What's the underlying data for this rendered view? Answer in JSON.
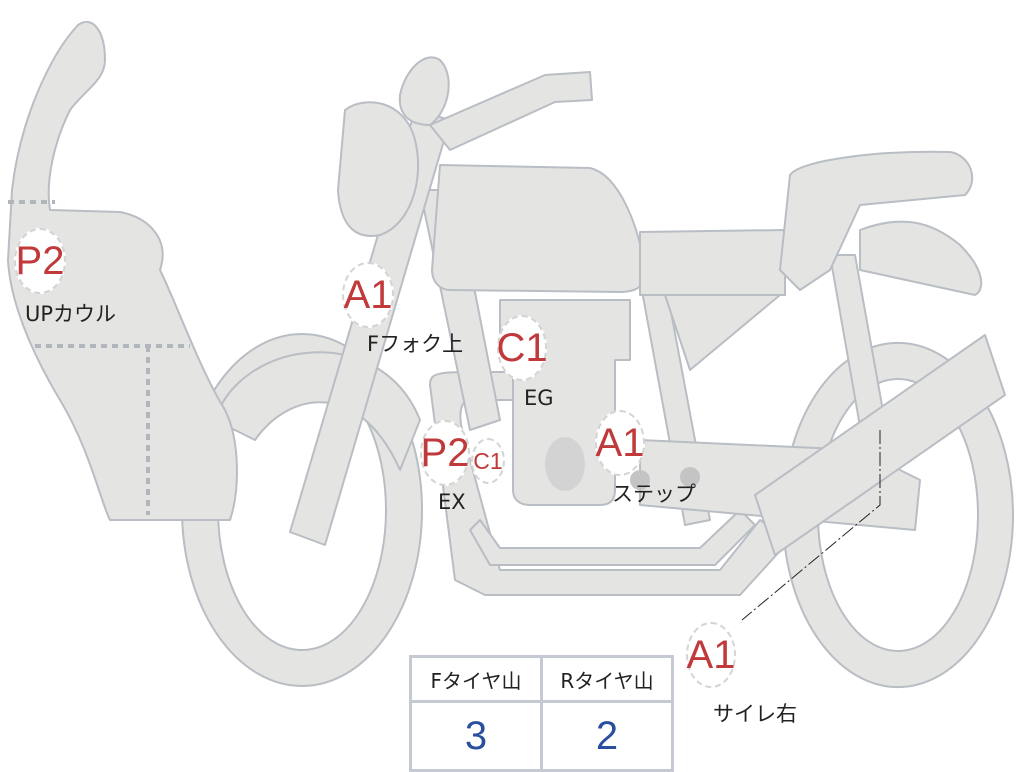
{
  "badges": [
    {
      "code": "P2",
      "label": "UPカウル"
    },
    {
      "code": "A1",
      "label": "Fフォク上"
    },
    {
      "code": "C1",
      "label": "EG"
    },
    {
      "code": "P2",
      "label": "EX"
    },
    {
      "code": "C1"
    },
    {
      "code": "A1",
      "label": "ステップ"
    },
    {
      "code": "A1",
      "label": "サイレ右"
    }
  ],
  "tyre_table": {
    "headers": [
      "Fタイヤ山",
      "Rタイヤ山"
    ],
    "values": [
      "3",
      "2"
    ]
  },
  "colors": {
    "body": "#e4e4e2",
    "outline": "#b9bdc4",
    "badge_text": "#c0393b",
    "value_text": "#2a4f9e"
  }
}
